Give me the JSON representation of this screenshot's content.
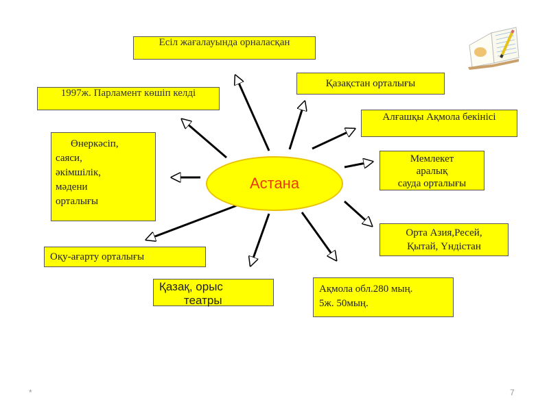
{
  "center": {
    "label": "Астана"
  },
  "boxes": {
    "esil": "Есіл жағалауында орналасқан",
    "parliament": "1997ж. Парламент көшіп келді",
    "kazakhstan_center": "Қазақстан орталығы",
    "akmola_fort": "Алғашқы Ақмола бекінісі",
    "industry_lines": [
      "Өнеркәсіп,",
      "саяси,",
      "әкімшілік,",
      "мәдени",
      "орталығы"
    ],
    "trade_lines": [
      "Мемлекет",
      "аралық",
      "сауда орталығы"
    ],
    "asia_lines": [
      "Орта Азия,Ресей,",
      "Қытай, Үндістан"
    ],
    "education": "Оқу-ағарту орталығы",
    "theaters_lines": [
      "Қазақ, орыс",
      "театры"
    ],
    "population_lines": [
      "Ақмола обл.280 мың.",
      "5ж. 50мың."
    ]
  },
  "footer": {
    "star": "*",
    "page_number": "7"
  },
  "colors": {
    "box_fill": "#ffff00",
    "center_text": "#e83b0d",
    "arrow": "#000000"
  },
  "icons": {
    "decoration": "open-book-with-pencil-icon"
  }
}
